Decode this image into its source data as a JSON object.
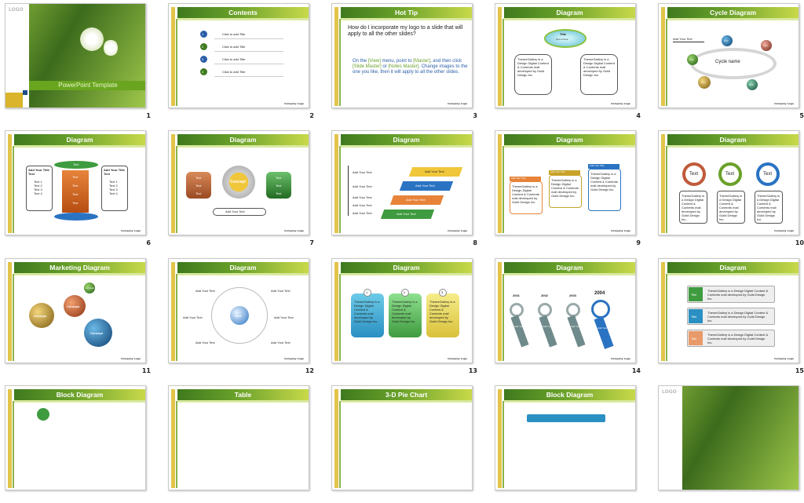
{
  "slides": [
    {
      "n": "1",
      "logo": "LOGO",
      "title": "PowerPoint Template"
    },
    {
      "n": "2",
      "title": "Contents",
      "items": [
        "Click to add Title",
        "Click to add Title",
        "Click to add Title",
        "Click to add Title"
      ],
      "badges": [
        "1",
        "2",
        "3",
        "4"
      ]
    },
    {
      "n": "3",
      "title": "Hot Tip",
      "q": "How do I incorporate my logo to a slide that will apply to all the other slides?",
      "a1": "On the ",
      "a_view": "[View]",
      "a2": " menu, point to ",
      "a_master": "[Master]",
      "a3": ", and then click ",
      "a_slide": "[Slide Master]",
      "a4": " or ",
      "a_notes": "[Notes Master]",
      "a5": ". Change images to the one you like, then it will apply to all the other slides."
    },
    {
      "n": "4",
      "title": "Diagram",
      "center": "Title",
      "center_sub": "Text in here",
      "left": "ThemeGallery is a Design Digital Content & Contents mall developed by Guild Design Inc.",
      "right": "ThemeGallery is a Design Digital Content & Contents mall developed by Guild Design Inc."
    },
    {
      "n": "5",
      "title": "Cycle Diagram",
      "label": "Add Your Text",
      "center": "Cycle name",
      "nodes": [
        "Text",
        "Text",
        "Text",
        "Text",
        "Text"
      ]
    },
    {
      "n": "6",
      "title": "Diagram",
      "top": "Text",
      "left_title": "Add Your Title Text",
      "right_title": "Add Your Title Text",
      "left_items": [
        "Text 1",
        "Text 2",
        "Text 3",
        "Text 4"
      ],
      "right_items": [
        "Text 1",
        "Text 2",
        "Text 3",
        "Text 4"
      ],
      "stack": [
        "Text",
        "Text",
        "Text",
        "Text"
      ]
    },
    {
      "n": "7",
      "title": "Diagram",
      "center": "Concept",
      "caption": "Add Your Text",
      "left": [
        "Text",
        "Text",
        "Text"
      ],
      "right": [
        "Text",
        "Text",
        "Text"
      ]
    },
    {
      "n": "8",
      "title": "Diagram",
      "labels": [
        "Add Your Text",
        "Add Your Text",
        "Add Your Text",
        "Add Your Text",
        "Add Your Text"
      ],
      "steps": [
        "Add Your Text",
        "Add Your Text",
        "Add Your Text",
        "Add Your Text"
      ]
    },
    {
      "n": "9",
      "title": "Diagram",
      "heads": [
        "Add Your Title",
        "Add Your Title",
        "Add Your Title"
      ],
      "body": "ThemeGallery is a Design Digital Content & Contents mall developed by Guild Design Inc."
    },
    {
      "n": "10",
      "title": "Diagram",
      "nodes": [
        "Text",
        "Text",
        "Text"
      ],
      "body": "ThemeGallery is a Design Digital Content & Contents mall developed by Guild Design Inc."
    },
    {
      "n": "11",
      "title": "Marketing Diagram",
      "balls": [
        "Concept",
        "Concept",
        "Concept",
        "Concept"
      ]
    },
    {
      "n": "12",
      "title": "Diagram",
      "center": "Text",
      "spokes": [
        "Add Your Text",
        "Add Your Text",
        "Add Your Text",
        "Add Your Text",
        "Add Your Text",
        "Add Your Text"
      ]
    },
    {
      "n": "13",
      "title": "Diagram",
      "nums": [
        "1",
        "2",
        "3"
      ],
      "body": "ThemeGallery is a Design Digital Content & Contents mall developed by Guild Design Inc."
    },
    {
      "n": "14",
      "title": "Diagram",
      "years": [
        "2001",
        "2002",
        "2003",
        "2004"
      ],
      "tabs": [
        "Add Your Text",
        "Add Your Text",
        "Add Your Text",
        "Add Your Text"
      ]
    },
    {
      "n": "15",
      "title": "Diagram",
      "tags": [
        "Title",
        "Title",
        "Title"
      ],
      "body": "ThemeGallery is a Design Digital Content & Contents mall developed by Guild Design Inc."
    },
    {
      "title": "Block Diagram"
    },
    {
      "title": "Table"
    },
    {
      "title": "3-D Pie Chart"
    },
    {
      "title": "Block Diagram"
    },
    {
      "logo": "LOGO"
    }
  ],
  "footer": "Company Logo",
  "colors": {
    "header_dark": "#3f7a1e",
    "header_light": "#c8d94a",
    "accent_yellow": "#e2c44a",
    "link": "#6aa12a"
  }
}
